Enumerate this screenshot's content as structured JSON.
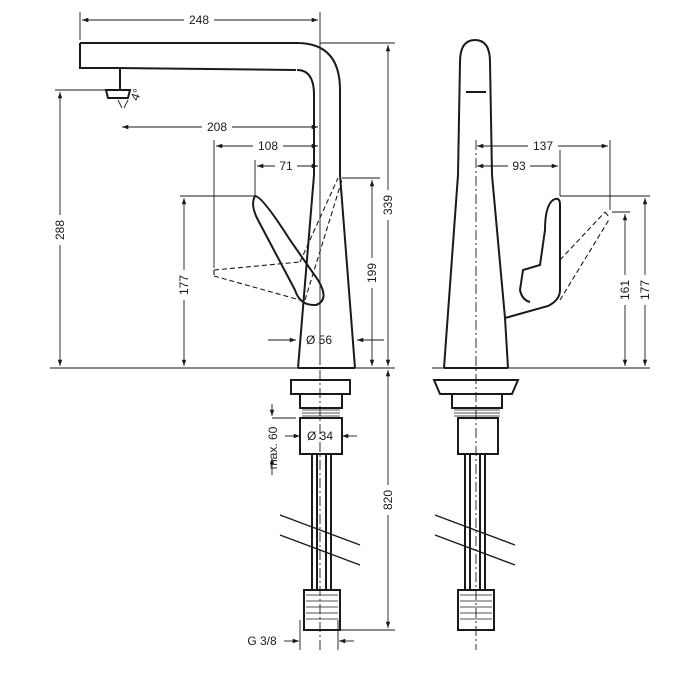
{
  "dimensions": {
    "spout_reach": "248",
    "aerator_swivel_angle": "4°",
    "aerator_reach": "208",
    "lever_reach": "108",
    "lever_offset": "71",
    "total_height": "339",
    "spout_height": "288",
    "lever_height_front": "177",
    "lever_travel_height": "199",
    "base_diameter": "Ø 56",
    "max_countertop": "max. 60",
    "hole_diameter": "Ø 34",
    "hose_length": "820",
    "connection_thread": "G 3/8",
    "side_lever_reach": "137",
    "side_lever_offset": "93",
    "side_height_161": "161",
    "side_height_177": "177"
  },
  "colors": {
    "line": "#1a1a1a",
    "background": "#ffffff"
  }
}
